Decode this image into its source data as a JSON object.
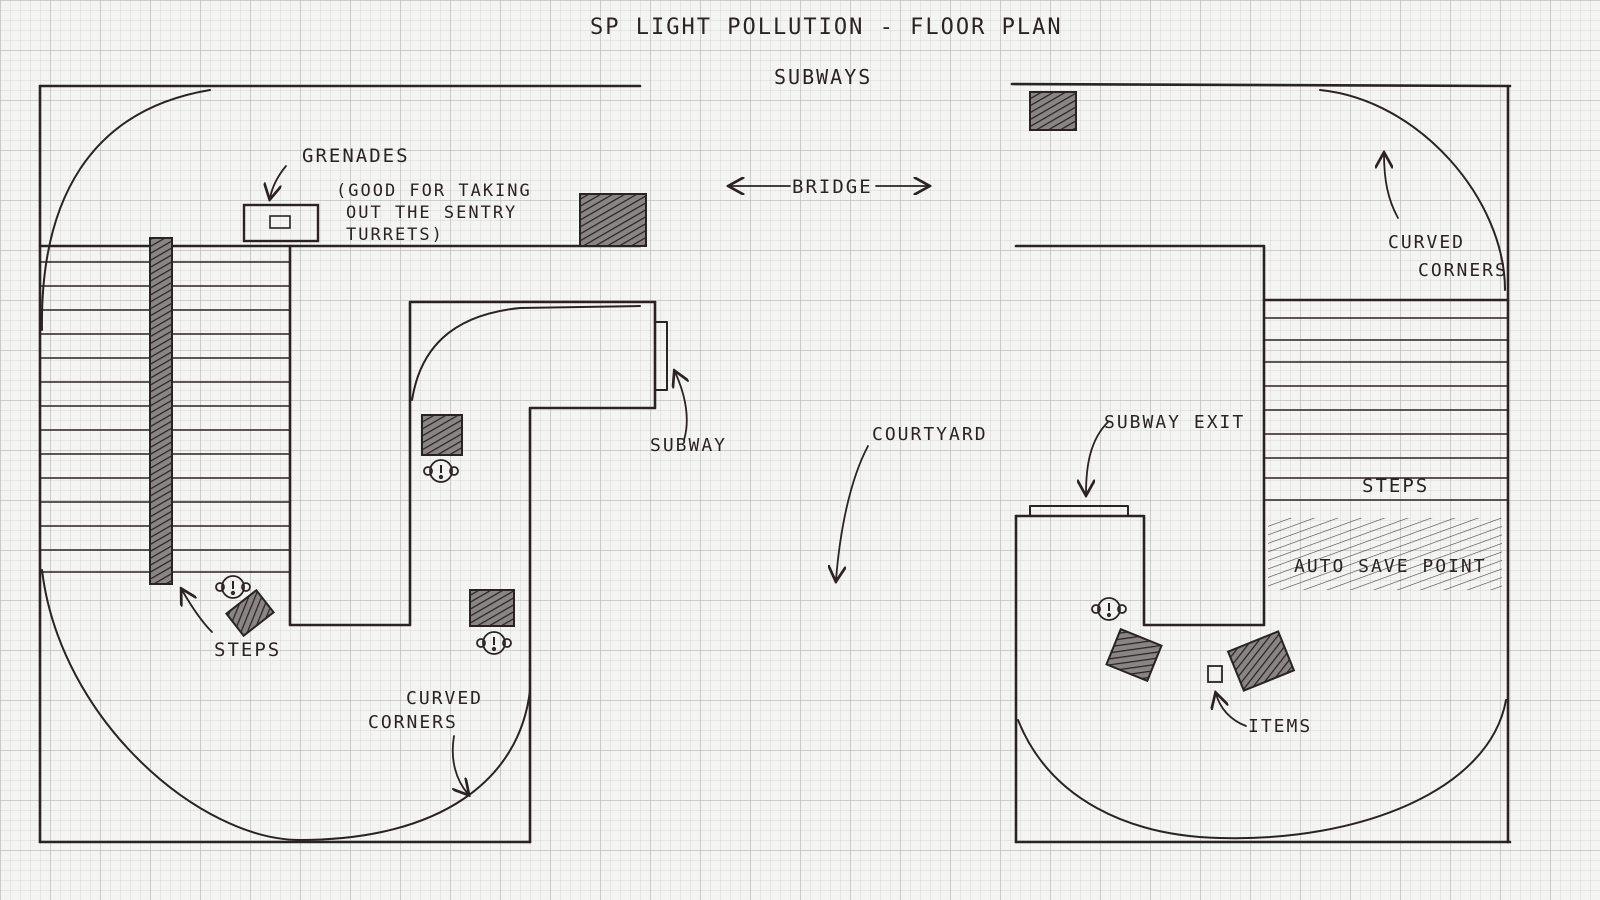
{
  "title": "SP LIGHT POLLUTION - FLOOR PLAN",
  "subtitle": "SUBWAYS",
  "labels": {
    "grenades": "GRENADES",
    "grenades_note_1": "(GOOD FOR TAKING",
    "grenades_note_2": "OUT THE SENTRY",
    "grenades_note_3": "TURRETS)",
    "bridge": "BRIDGE",
    "subway": "SUBWAY",
    "courtyard": "COURTYARD",
    "subway_exit": "SUBWAY EXIT",
    "steps_left": "STEPS",
    "steps_right": "STEPS",
    "curved_corners_top_1": "CURVED",
    "curved_corners_top_2": "CORNERS",
    "curved_corners_bottom_1": "CURVED",
    "curved_corners_bottom_2": "CORNERS",
    "auto_save_point": "AUTO SAVE POINT",
    "items": "ITEMS"
  },
  "colors": {
    "paper": "#f4f4f2",
    "grid_minor": "#cfcfcf",
    "grid_major": "#b5b5b5",
    "ink": "#2a2323"
  },
  "icons": [
    "enemy-marker-icon",
    "crate-icon",
    "grenade-box-icon",
    "items-box-icon"
  ]
}
